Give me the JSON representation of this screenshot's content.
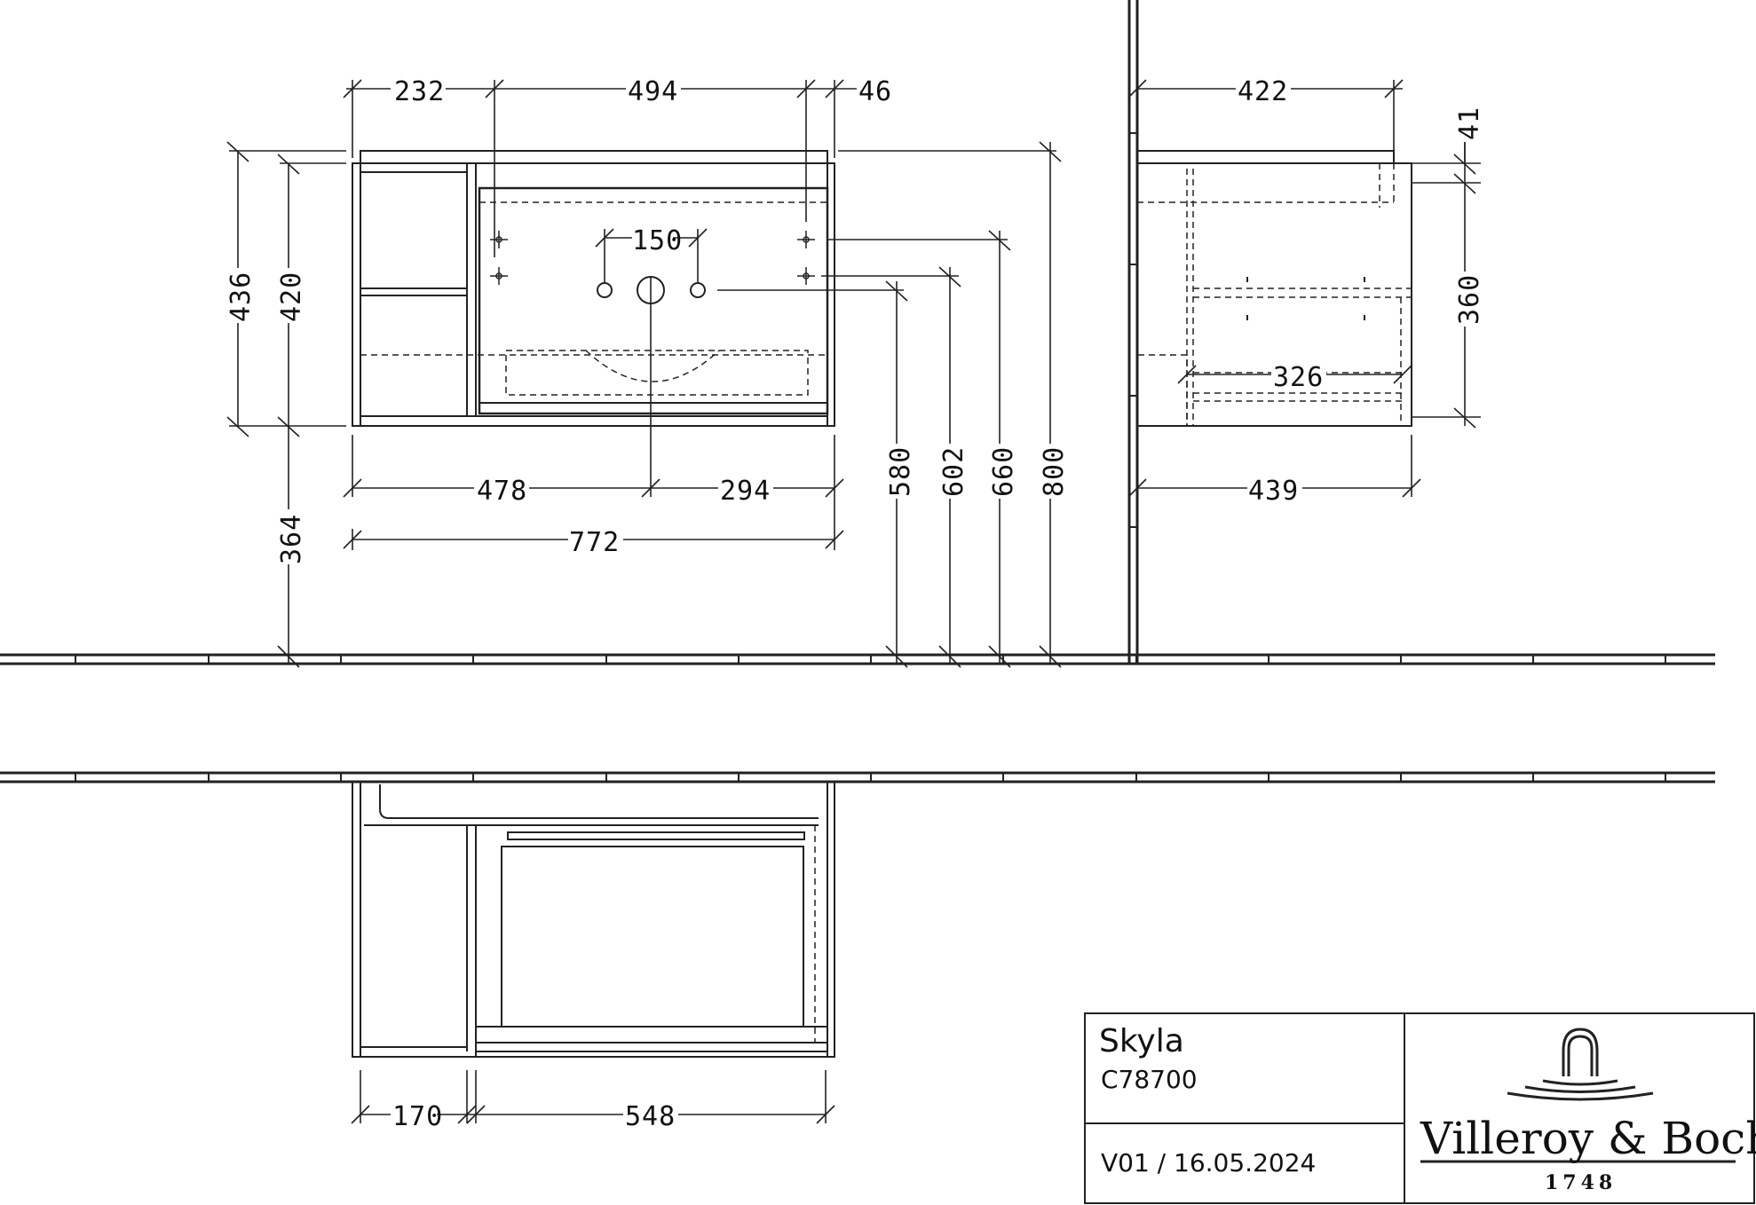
{
  "dimensions": {
    "front_top": [
      "232",
      "494",
      "46"
    ],
    "tap_spacing": "150",
    "heights_left": [
      "436",
      "420",
      "364"
    ],
    "bottom_split": [
      "478",
      "294"
    ],
    "total_width": "772",
    "heights_right": [
      "580",
      "602",
      "660",
      "800"
    ],
    "side_top": "422",
    "side_inner": "326",
    "side_bottom": "439",
    "side_heights": [
      "41",
      "360"
    ],
    "plan_widths": [
      "170",
      "548"
    ]
  },
  "title_block": {
    "product": "Skyla",
    "code": "C78700",
    "version": "V01 /  16.05.2024",
    "brand": "Villeroy & Boch",
    "since": "1748"
  }
}
